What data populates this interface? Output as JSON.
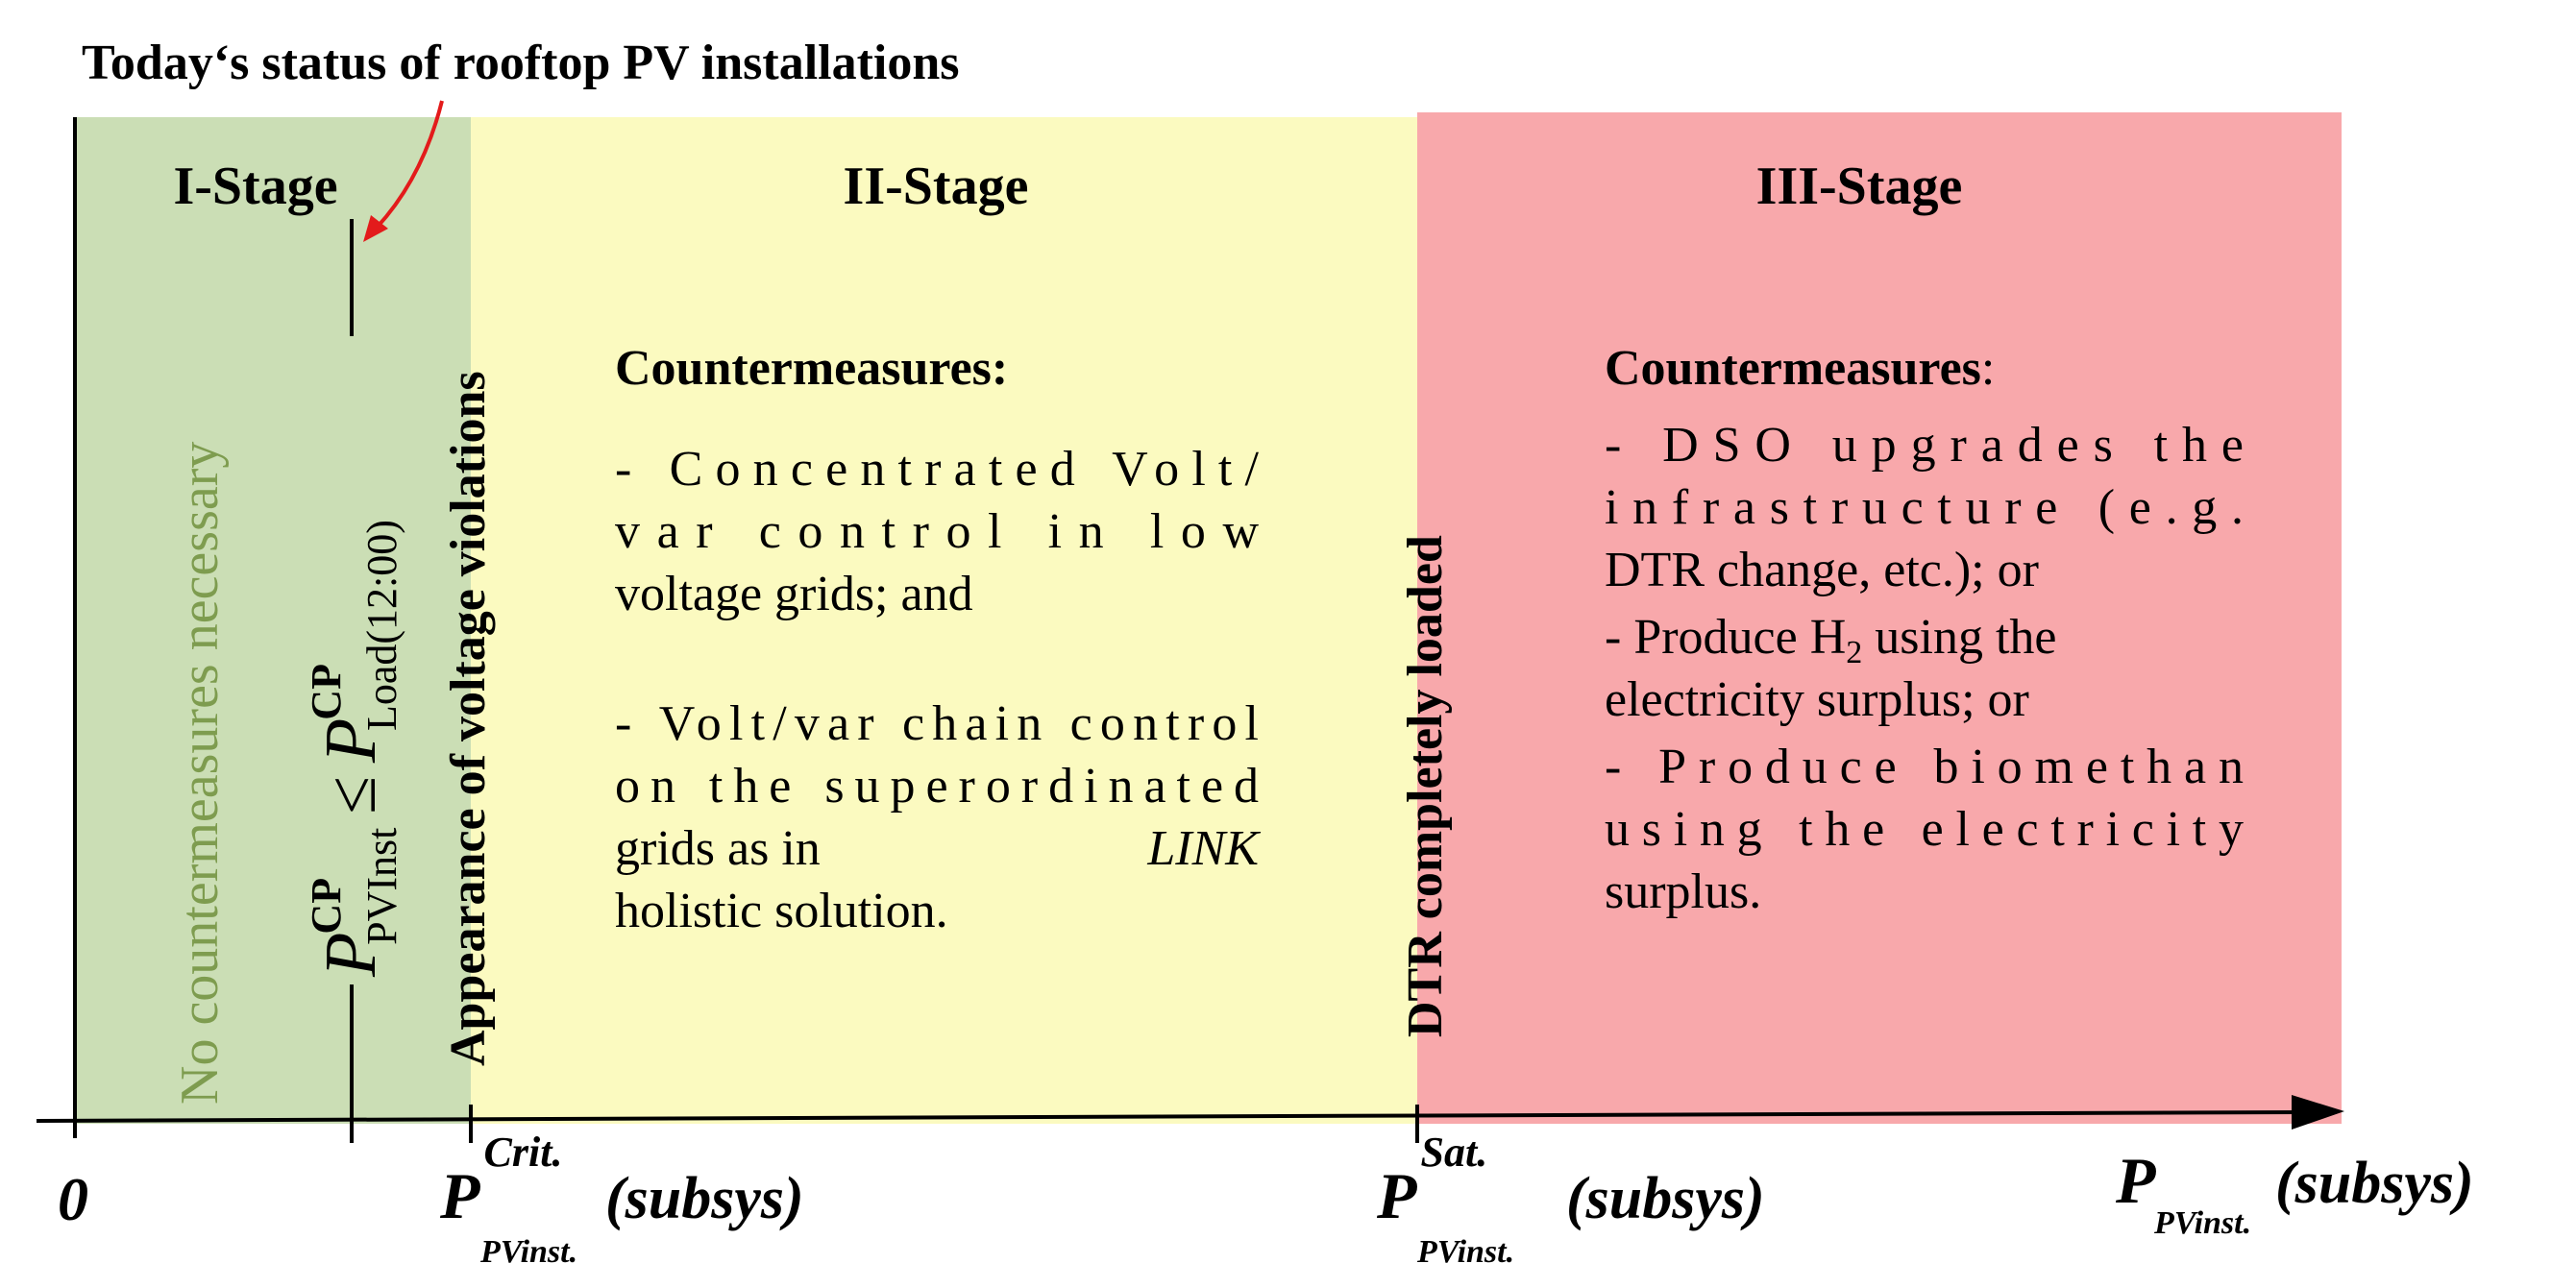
{
  "annotation": {
    "status_label": "Today‘s status of rooftop PV installations"
  },
  "colors": {
    "stage1_fill": "#cbdeb5",
    "stage2_fill": "#fbfac0",
    "stage3_fill": "#f8a8ab",
    "stage1_text": "#7e9c4f",
    "arrow": "#e31b1b",
    "axis": "#000000"
  },
  "stages": {
    "stage1": {
      "title": "I-Stage",
      "vertical_note": "No countermeasures necessary"
    },
    "stage2": {
      "title": "II-Stage",
      "boundary_label": "Appearance of voltage violations",
      "countermeasures_heading": "Countermeasures:",
      "measure1_lines": [
        "- Concentrated Volt/",
        "var control in low",
        "voltage grids; and"
      ],
      "measure2_lines": [
        "- Volt/var chain control",
        "on the superordinated",
        "grids as in"
      ],
      "measure2_italic": "LINK",
      "measure2_last_line": "holistic solution."
    },
    "stage3": {
      "title": "III-Stage",
      "boundary_label": "DTR completely loaded",
      "countermeasures_heading": "Countermeasures",
      "countermeasures_colon": ":",
      "measure1_lines": [
        "- DSO upgrades the",
        "infrastructure (e.g.",
        "DTR change, etc.); or"
      ],
      "measure2_prefix": "- Produce H",
      "measure2_subscript": "2",
      "measure2_suffix": " using the",
      "measure2_line2": "electricity surplus; or",
      "measure3_lines": [
        "- Produce biomethan",
        "using the electricity",
        "surplus."
      ]
    }
  },
  "condition": {
    "p": "P",
    "left_sup": "CP",
    "left_sub": "PVInst",
    "relation": "≤",
    "right_sup": "CP",
    "right_sub": "Load(12:00)"
  },
  "axis": {
    "origin_label": "0",
    "p": "P",
    "crit_sup": "Crit.",
    "sat_sup": "Sat.",
    "sub": "PVinst.",
    "suffix": "(subsys)"
  }
}
